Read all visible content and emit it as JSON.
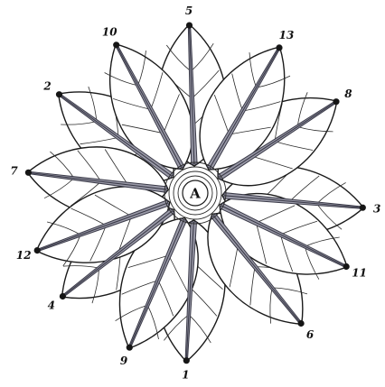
{
  "diagram": {
    "center_label": "A",
    "leaves": [
      {
        "number": "1",
        "angle": 93
      },
      {
        "number": "2",
        "angle": 216
      },
      {
        "number": "3",
        "angle": 5
      },
      {
        "number": "4",
        "angle": 142
      },
      {
        "number": "5",
        "angle": 268
      },
      {
        "number": "6",
        "angle": 51
      },
      {
        "number": "7",
        "angle": 187
      },
      {
        "number": "8",
        "angle": 327
      },
      {
        "number": "9",
        "angle": 113
      },
      {
        "number": "10",
        "angle": 242
      },
      {
        "number": "11",
        "angle": 26
      },
      {
        "number": "12",
        "angle": 160
      },
      {
        "number": "13",
        "angle": 300
      }
    ],
    "colors": {
      "outline": "#1a1a1a",
      "midrib_light": "#9a9aa8",
      "midrib_dark": "#3a3a48",
      "tip_accent": "#b8862a",
      "background": "#ffffff"
    }
  }
}
